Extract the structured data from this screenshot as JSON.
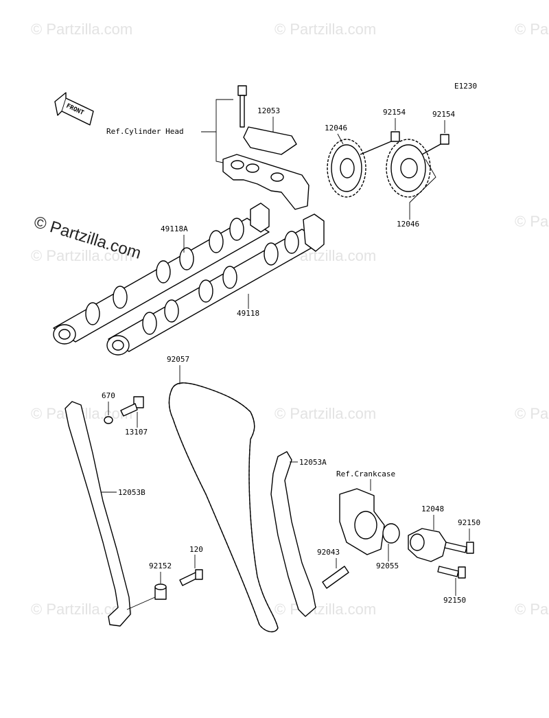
{
  "watermark": {
    "text": "© Partzilla.com",
    "short": "© Partzilla.com"
  },
  "diagram": {
    "code": "E1230",
    "front_label": "FRONT",
    "refs": {
      "cylinder_head": "Ref.Cylinder Head",
      "crankcase": "Ref.Crankcase"
    },
    "parts": {
      "p12053": "12053",
      "p92154a": "92154",
      "p92154b": "92154",
      "p12046a": "12046",
      "p12046b": "12046",
      "p49118A": "49118A",
      "p49118": "49118",
      "p92057": "92057",
      "p670": "670",
      "p13107": "13107",
      "p12053B": "12053B",
      "p12053A": "12053A",
      "p12048": "12048",
      "p92150a": "92150",
      "p92150b": "92150",
      "p92043": "92043",
      "p92055": "92055",
      "p120": "120",
      "p92152": "92152"
    }
  }
}
